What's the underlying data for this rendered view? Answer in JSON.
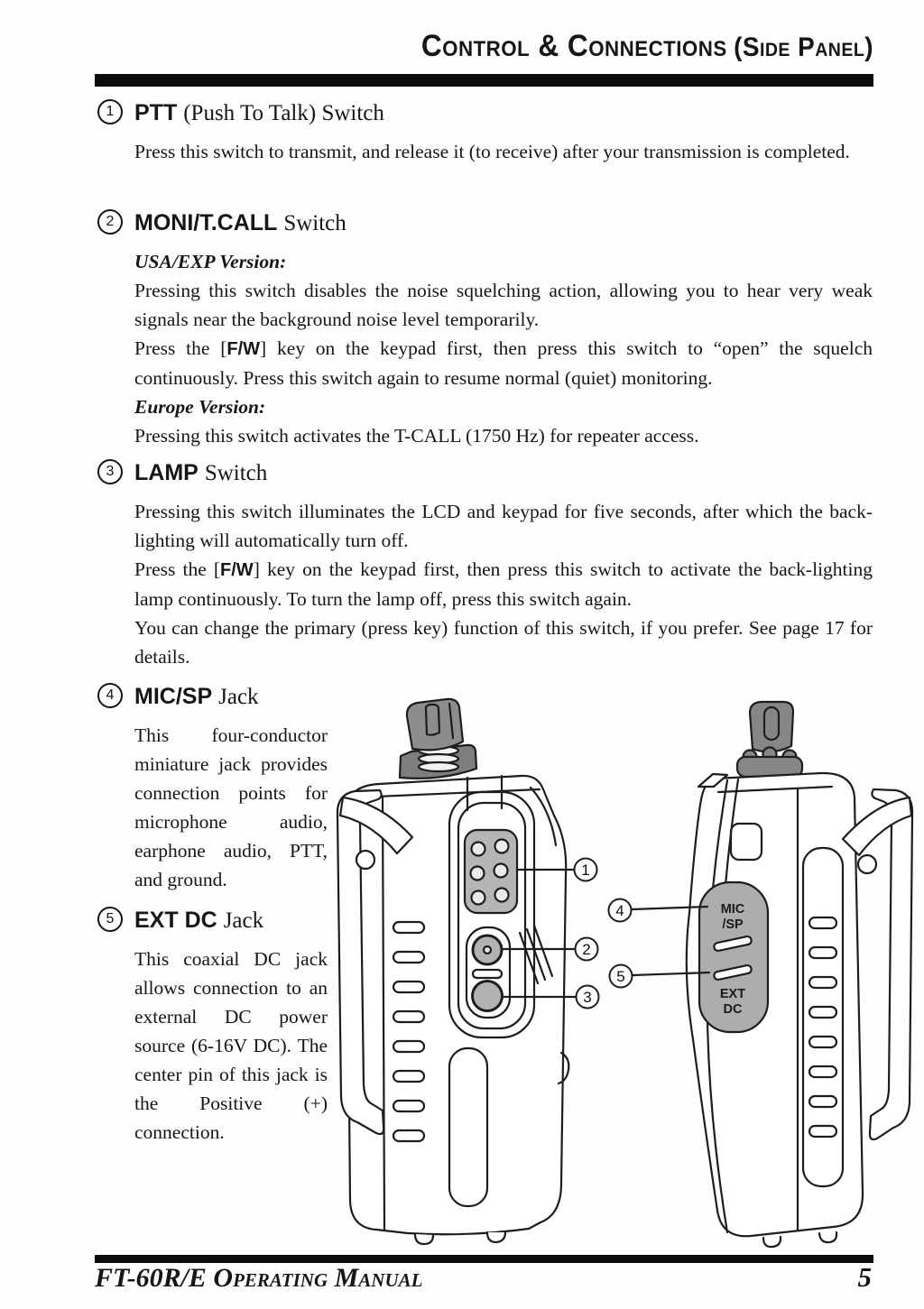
{
  "header": {
    "title_main": "Control & Connections",
    "title_paren": "(Side Panel)"
  },
  "s1": {
    "num": "1",
    "bold": "PTT",
    "rest": "(Push To Talk) Switch",
    "p1": "Press this switch to transmit, and release it (to receive) after your transmission is completed."
  },
  "s2": {
    "num": "2",
    "bold": "MONI/T.CALL",
    "rest": "Switch",
    "sub1": "USA/EXP Version:",
    "p1": "Pressing this switch disables the noise squelching action, allowing you to hear very weak signals near the background noise level temporarily.",
    "p2a": "Press the [",
    "p2b": "F/W",
    "p2c": "] key on the keypad first, then press this switch to “open” the squelch continuously. Press this switch again to resume normal (quiet) monitoring.",
    "sub2": "Europe Version:",
    "p3": "Pressing this switch activates the T-CALL (1750 Hz) for repeater access."
  },
  "s3": {
    "num": "3",
    "bold": "LAMP",
    "rest": "Switch",
    "p1": "Pressing this switch illuminates the LCD and keypad for five seconds, after which the back-lighting will automatically turn off.",
    "p2a": "Press the [",
    "p2b": "F/W",
    "p2c": "] key on the keypad first, then press this switch to activate the back-lighting lamp continuously. To turn the lamp off, press this switch again.",
    "p3": "You can change the primary (press key) function of this switch, if you prefer. See page 17 for details."
  },
  "s4": {
    "num": "4",
    "bold": "MIC/SP",
    "rest": "Jack",
    "p1": "This four-conductor miniature jack pro­vides connection points for microphone audio, earphone au­dio, PTT, and ground."
  },
  "s5": {
    "num": "5",
    "bold": "EXT DC",
    "rest": "Jack",
    "p1": "This coaxial DC jack allows connection to an external DC power source (6-16V DC). The center pin of this jack is the Positive (+) connection."
  },
  "figure": {
    "c1": "1",
    "c2": "2",
    "c3": "3",
    "c4": "4",
    "c5": "5",
    "mic": "MIC",
    "sp": "/SP",
    "ext": "EXT",
    "dc": "DC"
  },
  "footer": {
    "manual": "FT-60R/E Operating Manual",
    "page": "5"
  }
}
